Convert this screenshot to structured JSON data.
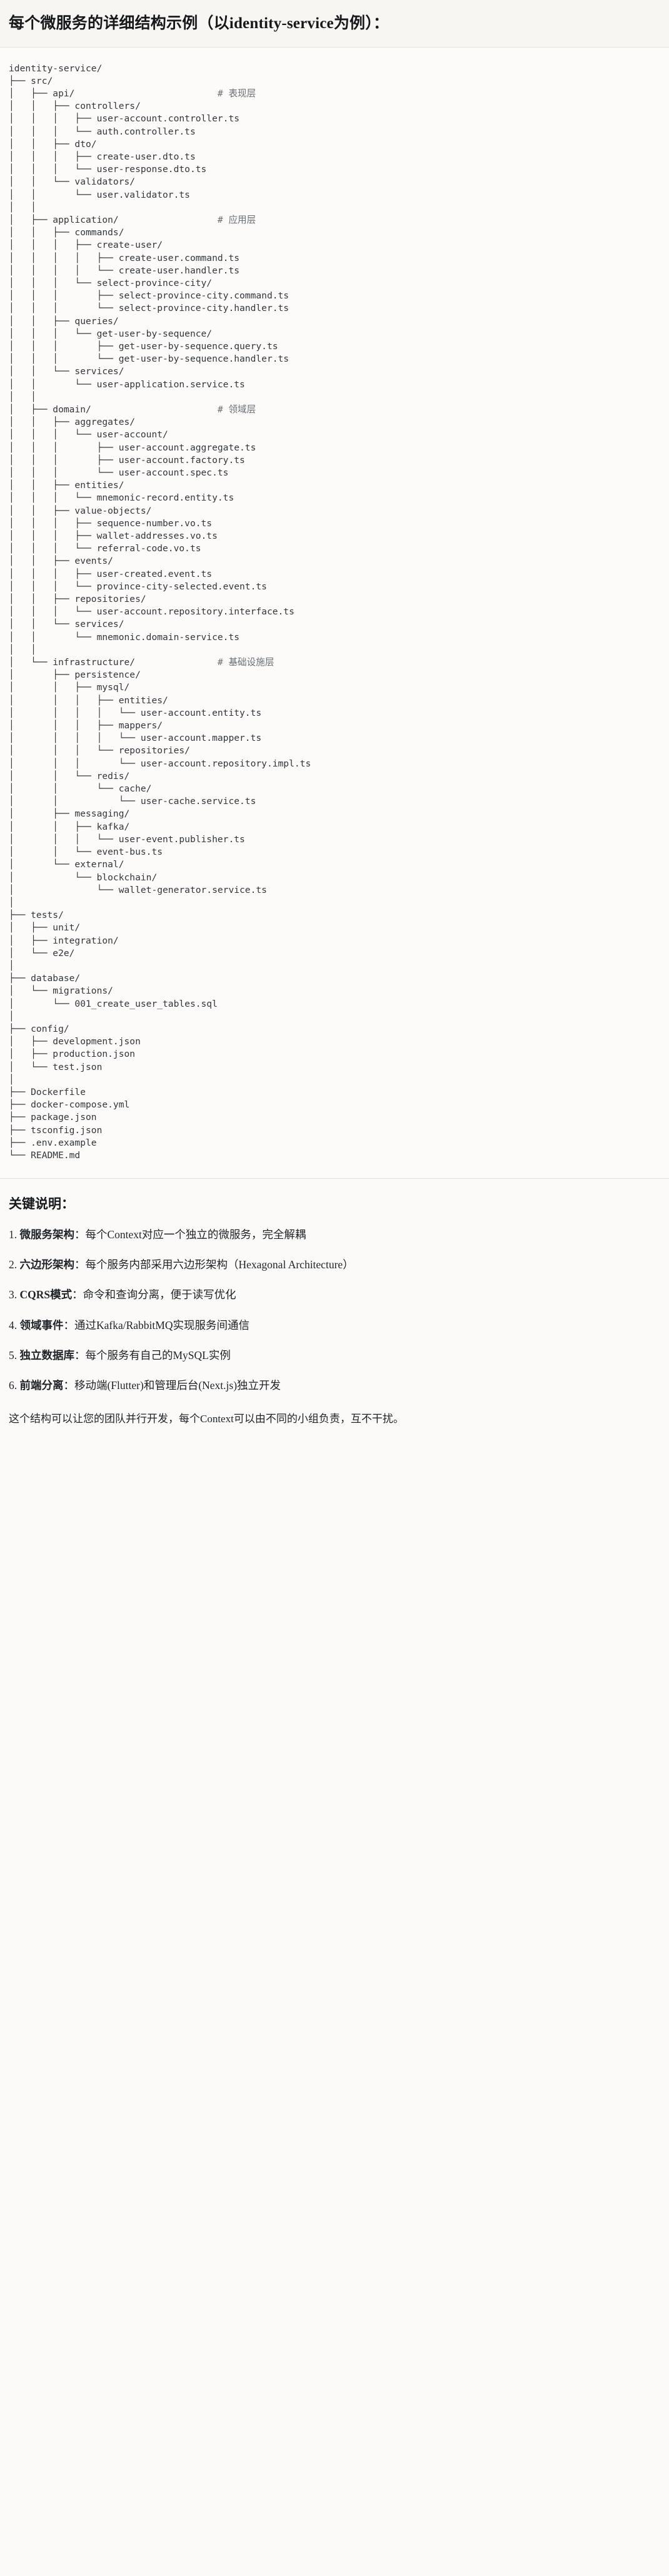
{
  "heading": {
    "text": "每个微服务的详细结构示例（以identity-service为例）："
  },
  "tree": {
    "root": "identity-service/",
    "comments": {
      "api": "# 表现层",
      "application": "# 应用层",
      "domain": "# 领域层",
      "infrastructure": "# 基础设施层"
    },
    "lines": [
      "identity-service/",
      "├── src/",
      "│   ├── api/                          # 表现层",
      "│   │   ├── controllers/",
      "│   │   │   ├── user-account.controller.ts",
      "│   │   │   └── auth.controller.ts",
      "│   │   ├── dto/",
      "│   │   │   ├── create-user.dto.ts",
      "│   │   │   └── user-response.dto.ts",
      "│   │   └── validators/",
      "│   │       └── user.validator.ts",
      "│   │",
      "│   ├── application/                  # 应用层",
      "│   │   ├── commands/",
      "│   │   │   ├── create-user/",
      "│   │   │   │   ├── create-user.command.ts",
      "│   │   │   │   └── create-user.handler.ts",
      "│   │   │   └── select-province-city/",
      "│   │   │       ├── select-province-city.command.ts",
      "│   │   │       └── select-province-city.handler.ts",
      "│   │   ├── queries/",
      "│   │   │   └── get-user-by-sequence/",
      "│   │   │       ├── get-user-by-sequence.query.ts",
      "│   │   │       └── get-user-by-sequence.handler.ts",
      "│   │   └── services/",
      "│   │       └── user-application.service.ts",
      "│   │",
      "│   ├── domain/                       # 领域层",
      "│   │   ├── aggregates/",
      "│   │   │   └── user-account/",
      "│   │   │       ├── user-account.aggregate.ts",
      "│   │   │       ├── user-account.factory.ts",
      "│   │   │       └── user-account.spec.ts",
      "│   │   ├── entities/",
      "│   │   │   └── mnemonic-record.entity.ts",
      "│   │   ├── value-objects/",
      "│   │   │   ├── sequence-number.vo.ts",
      "│   │   │   ├── wallet-addresses.vo.ts",
      "│   │   │   └── referral-code.vo.ts",
      "│   │   ├── events/",
      "│   │   │   ├── user-created.event.ts",
      "│   │   │   └── province-city-selected.event.ts",
      "│   │   ├── repositories/",
      "│   │   │   └── user-account.repository.interface.ts",
      "│   │   └── services/",
      "│   │       └── mnemonic.domain-service.ts",
      "│   │",
      "│   └── infrastructure/               # 基础设施层",
      "│       ├── persistence/",
      "│       │   ├── mysql/",
      "│       │   │   ├── entities/",
      "│       │   │   │   └── user-account.entity.ts",
      "│       │   │   ├── mappers/",
      "│       │   │   │   └── user-account.mapper.ts",
      "│       │   │   └── repositories/",
      "│       │   │       └── user-account.repository.impl.ts",
      "│       │   └── redis/",
      "│       │       └── cache/",
      "│       │           └── user-cache.service.ts",
      "│       ├── messaging/",
      "│       │   ├── kafka/",
      "│       │   │   └── user-event.publisher.ts",
      "│       │   └── event-bus.ts",
      "│       └── external/",
      "│           └── blockchain/",
      "│               └── wallet-generator.service.ts",
      "│",
      "├── tests/",
      "│   ├── unit/",
      "│   ├── integration/",
      "│   └── e2e/",
      "│",
      "├── database/",
      "│   └── migrations/",
      "│       └── 001_create_user_tables.sql",
      "│",
      "├── config/",
      "│   ├── development.json",
      "│   ├── production.json",
      "│   └── test.json",
      "│",
      "├── Dockerfile",
      "├── docker-compose.yml",
      "├── package.json",
      "├── tsconfig.json",
      "├── .env.example",
      "└── README.md"
    ]
  },
  "notes": {
    "title": "关键说明：",
    "items": [
      {
        "num": "1.",
        "term": "微服务架构",
        "sep": "：",
        "desc": "每个Context对应一个独立的微服务，完全解耦"
      },
      {
        "num": "2.",
        "term": "六边形架构",
        "sep": "：",
        "desc": "每个服务内部采用六边形架构（Hexagonal Architecture）"
      },
      {
        "num": "3.",
        "term": "CQRS模式",
        "sep": "：",
        "desc": "命令和查询分离，便于读写优化"
      },
      {
        "num": "4.",
        "term": "领域事件",
        "sep": "：",
        "desc": "通过Kafka/RabbitMQ实现服务间通信"
      },
      {
        "num": "5.",
        "term": "独立数据库",
        "sep": "：",
        "desc": "每个服务有自己的MySQL实例"
      },
      {
        "num": "6.",
        "term": "前端分离",
        "sep": "：",
        "desc": "移动端(Flutter)和管理后台(Next.js)独立开发"
      }
    ],
    "closing": "这个结构可以让您的团队并行开发，每个Context可以由不同的小组负责，互不干扰。"
  },
  "colors": {
    "page_bg": "#fbfaf8",
    "heading_bg": "#f7f6f3",
    "code_bg": "#fcfbf9",
    "rule": "#e3e1dc",
    "text": "#1f2328",
    "code_text": "#32363c",
    "comment_text": "#6a6f76"
  }
}
